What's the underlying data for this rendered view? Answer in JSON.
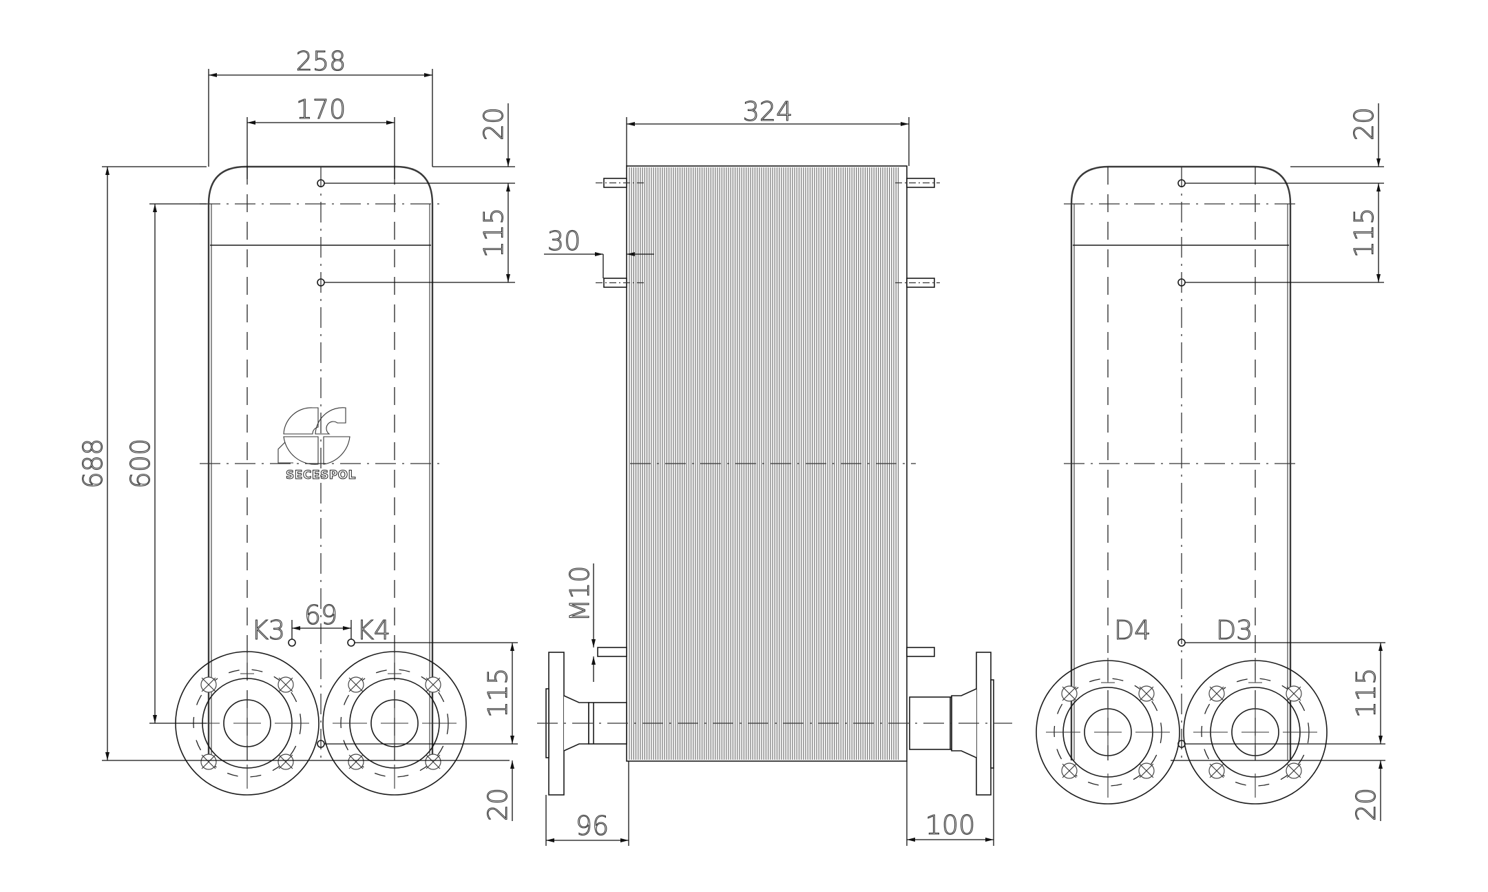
{
  "drawing": {
    "subject": "Plate heat exchanger technical drawing",
    "brand": "SECESPOL",
    "views": {
      "front": {
        "dims": {
          "overall_width": "258",
          "port_spacing": "170",
          "overall_height": "688",
          "port_center_height": "600",
          "top_offset": "20",
          "top_port_step": "115",
          "bottom_port_step": "115",
          "bottom_offset": "20",
          "small_port_spacing": "69"
        },
        "labels": {
          "left_connection": "K3",
          "right_connection": "K4"
        }
      },
      "side": {
        "dims": {
          "plate_pack_length": "324",
          "stud_offset": "30",
          "stud_thread": "M10",
          "left_nozzle": "96",
          "right_nozzle": "100"
        }
      },
      "rear": {
        "dims": {
          "top_offset": "20",
          "top_port_step": "115",
          "bottom_port_step": "115",
          "bottom_offset": "20"
        },
        "labels": {
          "left_connection": "D4",
          "right_connection": "D3"
        }
      }
    },
    "colors": {
      "line": "#1a1a1a",
      "background": "#ffffff"
    }
  }
}
